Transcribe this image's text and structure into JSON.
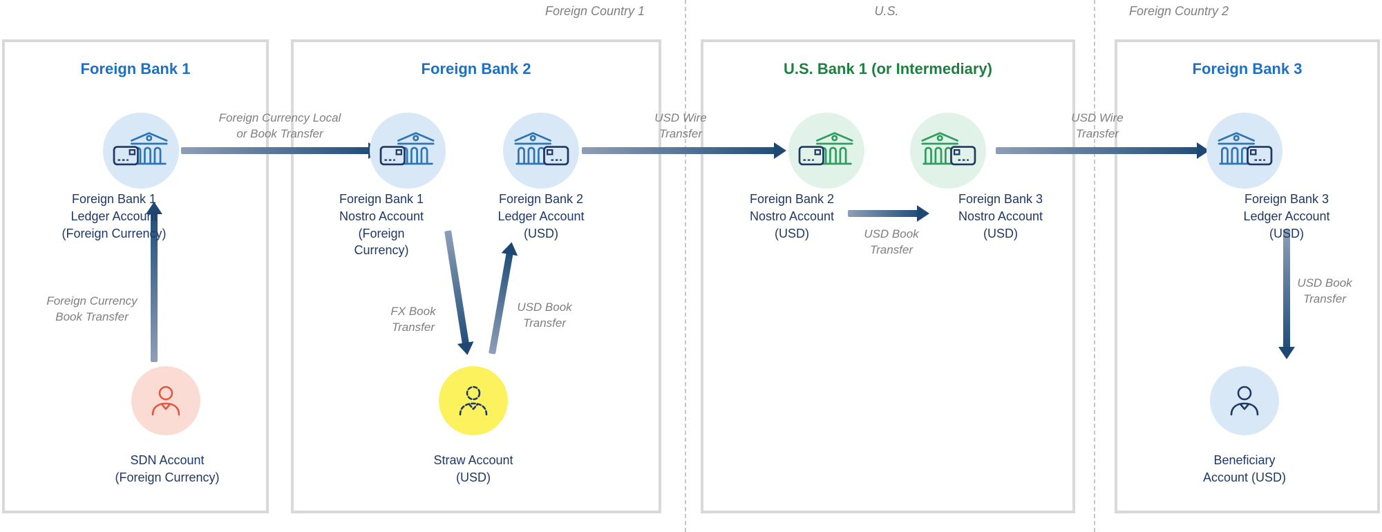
{
  "regions": [
    "Foreign Country 1",
    "U.S.",
    "Foreign Country 2"
  ],
  "panels": {
    "fb1": {
      "title": "Foreign Bank 1"
    },
    "fb2": {
      "title": "Foreign Bank 2"
    },
    "usb1": {
      "title": "U.S. Bank 1 (or Intermediary)"
    },
    "fb3": {
      "title": "Foreign Bank 3"
    }
  },
  "nodes": {
    "fb1_ledger": {
      "icon": "bank-card-left",
      "label": "Foreign Bank 1\nLedger Account\n(Foreign Currency)"
    },
    "sdn": {
      "icon": "person",
      "label": "SDN Account\n(Foreign Currency)"
    },
    "fb1_nostro": {
      "icon": "bank-card-left",
      "label": "Foreign Bank 1\nNostro Account\n(Foreign\nCurrency)"
    },
    "fb2_ledger": {
      "icon": "bank-card-right",
      "label": "Foreign Bank 2\nLedger Account\n(USD)"
    },
    "straw": {
      "icon": "person-dashed",
      "label": "Straw Account\n(USD)"
    },
    "fb2_nostro": {
      "icon": "bank-card-left",
      "label": "Foreign Bank 2\nNostro Account\n(USD)"
    },
    "fb3_nostro": {
      "icon": "bank-card-right",
      "label": "Foreign Bank 3\nNostro Account\n(USD)"
    },
    "fb3_ledger": {
      "icon": "bank-card-right",
      "label": "Foreign Bank 3\nLedger Account\n(USD)"
    },
    "beneficiary": {
      "icon": "person",
      "label": "Beneficiary\nAccount (USD)"
    }
  },
  "flows": {
    "fb1_to_fb2": {
      "label": "Foreign Currency Local\nor Book Transfer"
    },
    "sdn_to_ledger": {
      "label": "Foreign Currency\nBook Transfer"
    },
    "nostro_to_straw": {
      "label": "FX Book\nTransfer"
    },
    "straw_to_ledger": {
      "label": "USD Book\nTransfer"
    },
    "fb2_to_us": {
      "label": "USD Wire\nTransfer"
    },
    "nostro_to_nostro": {
      "label": "USD Book\nTransfer"
    },
    "us_to_fb3": {
      "label": "USD Wire\nTransfer"
    },
    "ledger_to_beneficiary": {
      "label": "USD Book\nTransfer"
    }
  },
  "colors": {
    "blue_title": "#1d70c4",
    "green_title": "#1e8040",
    "navy_text": "#1f3864",
    "gray_label": "#7f7f7f",
    "arrow_dark": "#1f4e79",
    "arrow_light": "#8e9eb7",
    "circle_blue": "#d9e8f7",
    "circle_green": "#e1f3e8",
    "circle_red": "#fadcd4",
    "circle_yellow": "#fcf25e",
    "bank_blue": "#2e75b6",
    "bank_green": "#2e9e5f",
    "person_red": "#e2573f",
    "panel_border": "#d9d9d9"
  }
}
